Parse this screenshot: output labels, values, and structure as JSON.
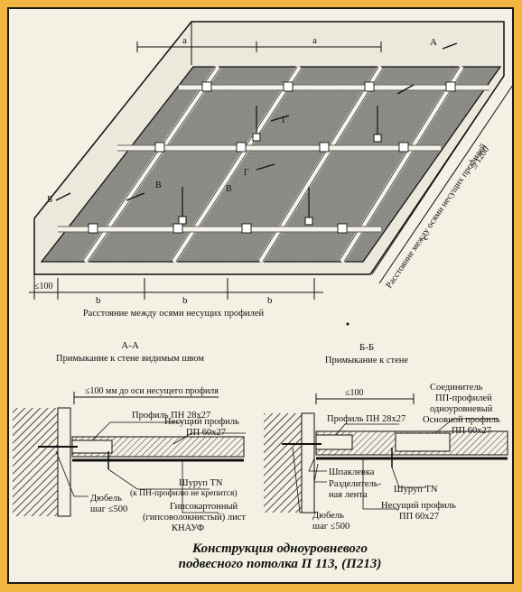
{
  "plan": {
    "dim_a_left": "a",
    "dim_a_right": "a",
    "dim_b1": "b",
    "dim_b2": "b",
    "dim_b3": "b",
    "dim_c": "c",
    "dim_100": "≤100",
    "dim_1200": "≤ 1200",
    "section_a_marker": "A",
    "section_b_marker": "Б",
    "marker_g1": "Г",
    "marker_g2": "Г",
    "marker_v1": "В",
    "marker_v2": "В",
    "bottom_label": "Расстояние между осями несущих профилей",
    "side_label": "Расстояние между осями несущих профилей"
  },
  "section_aa": {
    "title": "А-А",
    "subtitle": "Примыкание к стене видимым швом",
    "dim_top": "≤100 мм до оси несущего профиля",
    "label_pn": "Профиль ПН 28x27",
    "label_carrier1": "Несущий профиль",
    "label_carrier2": "ПП 60x27",
    "label_screw": "Шуруп TN",
    "label_screw_note": "(к ПН-профилю не крепится)",
    "label_dowel": "Дюбель",
    "label_dowel_step": "шаг ≤500",
    "label_board1": "Гипсокартонный",
    "label_board2": "(гипсоволокнистый) лист",
    "label_board3": "КНАУФ"
  },
  "section_bb": {
    "title": "Б-Б",
    "subtitle": "Примыкание к стене",
    "dim_top": "≤100",
    "label_pn": "Профиль ПН 28x27",
    "label_conn1": "Соединитель",
    "label_conn2": "ПП-профилей",
    "label_conn3": "одноуровневый",
    "label_main1": "Основной профиль",
    "label_main2": "ПП 60x27",
    "label_putty": "Шпаклевка",
    "label_tape1": "Разделитель-",
    "label_tape2": "ная лента",
    "label_screw": "Шуруп TN",
    "label_carrier1": "Несущий профиль",
    "label_carrier2": "ПП 60x27",
    "label_dowel": "Дюбель",
    "label_dowel_step": "шаг ≤500"
  },
  "caption": {
    "line1": "Конструкция одноуровневого",
    "line2": "подвесного потолка П 113, (П213)"
  }
}
